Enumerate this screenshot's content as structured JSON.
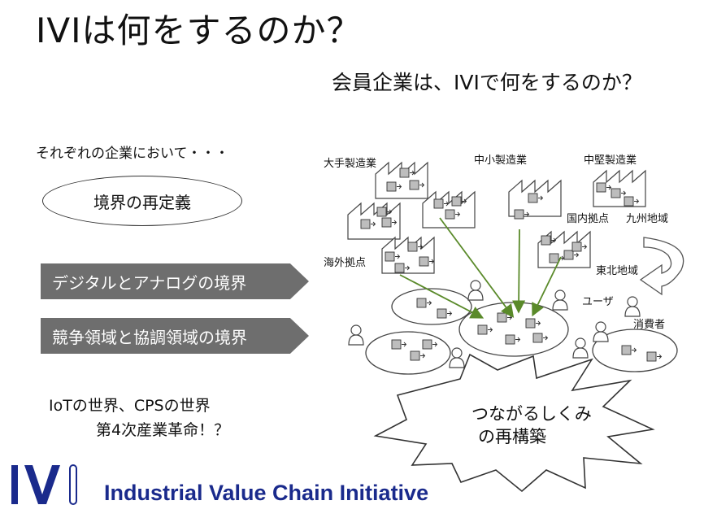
{
  "header": {
    "title": "IVIは何をするのか？",
    "subtitle": "会員企業は、IVIで何をするのか？"
  },
  "left": {
    "intro": "それぞれの企業において・・・",
    "oval_label": "境界の再定義",
    "arrow_boxes": [
      "デジタルとアナログの境界",
      "競争領域と協調領域の境界"
    ],
    "iot_line1": "IoTの世界、CPSの世界",
    "iot_line2": "第4次産業革命！？"
  },
  "diagram": {
    "labels": {
      "large": "大手製造業",
      "small": "中小製造業",
      "mid": "中堅製造業",
      "domestic": "国内拠点",
      "kyushu": "九州地域",
      "overseas": "海外拠点",
      "tohoku": "東北地域",
      "user": "ユーザ",
      "consumer": "消費者"
    },
    "burst_line1": "つながるしくみ",
    "burst_line2": "の再構築",
    "accent_color": "#5a8a2a"
  },
  "footer": {
    "logo_text": "IVI",
    "org_name": "Industrial Value Chain Initiative",
    "brand_color": "#1a2a8c"
  }
}
